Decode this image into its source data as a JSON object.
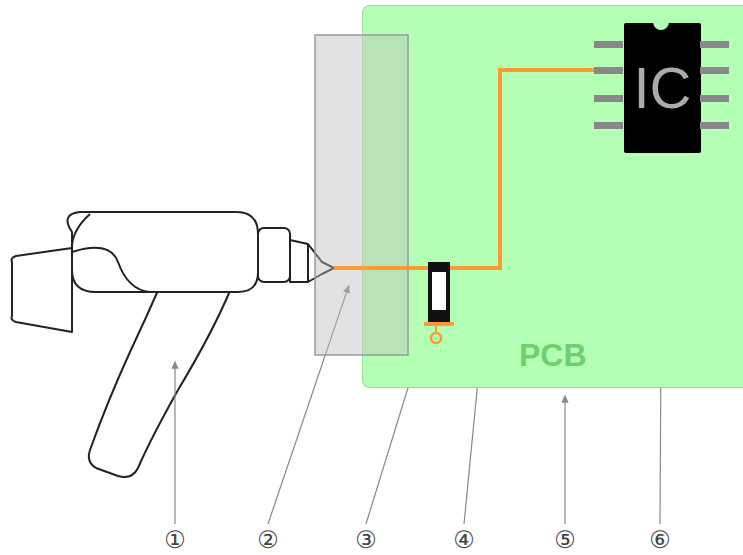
{
  "diagram": {
    "nodes": [
      {
        "text": [
          "PCB"
        ]
      },
      {
        "text": [
          "IC"
        ],
        "in": 0
      }
    ],
    "labels": [
      "①",
      "②",
      "③",
      "④",
      "⑤",
      "⑥"
    ]
  }
}
